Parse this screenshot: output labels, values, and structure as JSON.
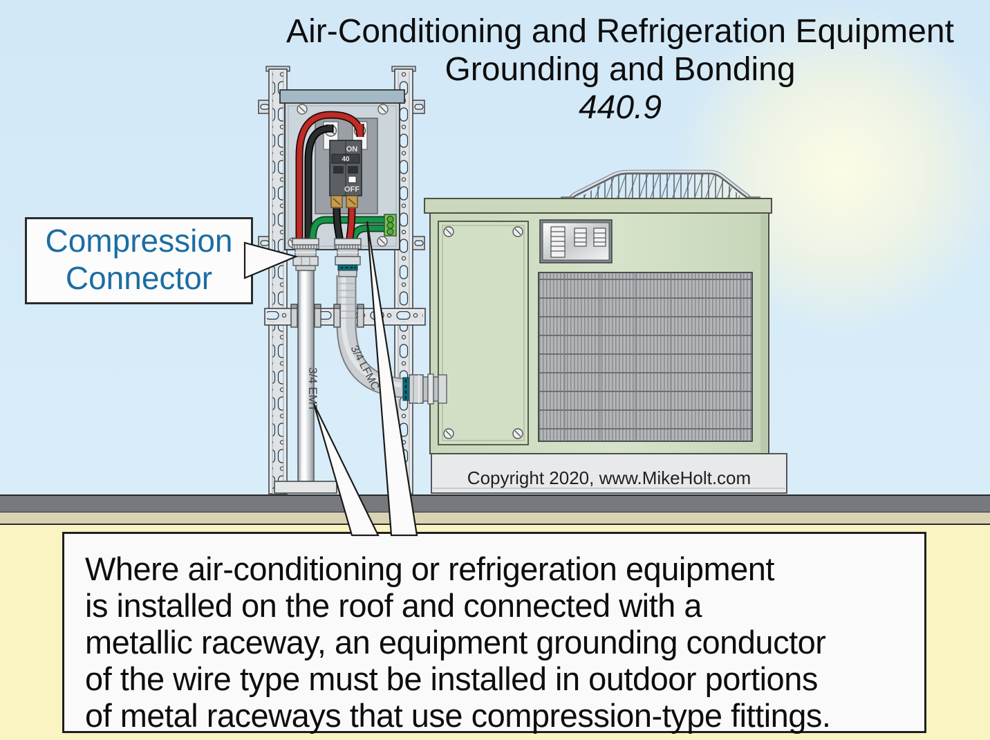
{
  "title": {
    "line1": "Air-Conditioning and Refrigeration Equipment",
    "line2": "Grounding and Bonding",
    "code": "440.9"
  },
  "callout": {
    "line1": "Compression",
    "line2": "Connector"
  },
  "equipment_labels": {
    "emt": "3/4 EMT",
    "lfmc": "3/4 LFMC"
  },
  "breaker": {
    "on_label": "ON",
    "rating": "40",
    "off_label": "OFF"
  },
  "copyright": "Copyright 2020, www.MikeHolt.com",
  "note": {
    "lines": [
      "Where air-conditioning or refrigeration equipment",
      "is installed on the roof and connected with a",
      "metallic raceway, an equipment grounding conductor",
      "of the wire type must be installed in outdoor portions",
      "of metal raceways that use compression-type fittings."
    ]
  },
  "colors": {
    "sky": "#d6eaf8",
    "sun_glow": "#fdf9d8",
    "roof_edge": "#77797c",
    "roof_deck": "#d9d3b4",
    "wall": "#f9f4c2",
    "ac_body": "#cfdec2",
    "callout_text": "#1b6da3",
    "wire_red": "#bf2b26",
    "wire_green": "#169447",
    "wire_black": "#1a1a1a",
    "ground_bar": "#7dbf63",
    "note_bg": "#fafafa"
  }
}
